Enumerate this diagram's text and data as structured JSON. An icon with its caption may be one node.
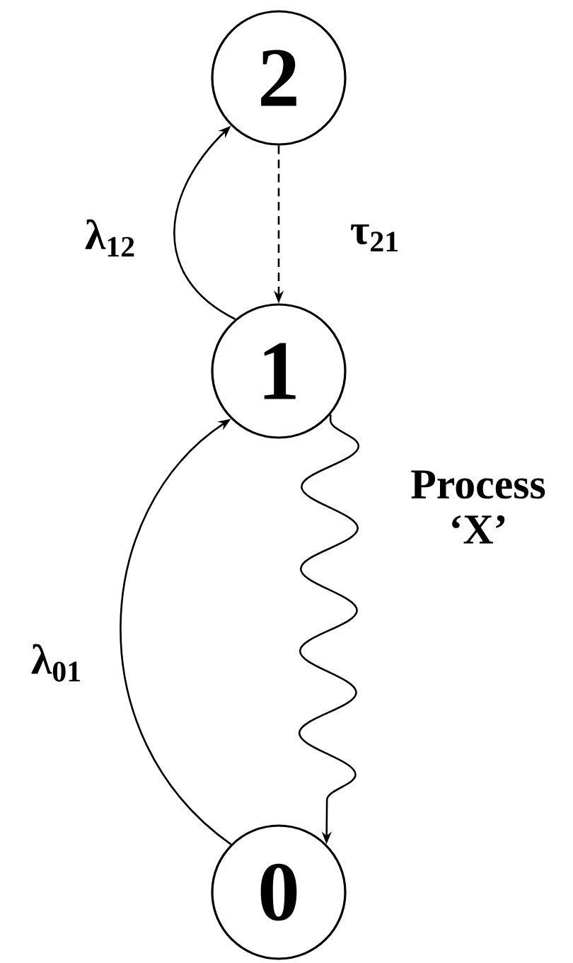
{
  "diagram": {
    "nodes": [
      {
        "text": [
          "2"
        ]
      },
      {
        "text": [
          "1"
        ]
      },
      {
        "text": [
          "0"
        ]
      }
    ],
    "edges": [
      {
        "from": 1,
        "to": 0,
        "arrow": "to",
        "label": "λ$_{12}$"
      },
      {
        "from": 0,
        "to": 1,
        "arrow": "to",
        "label": "τ$_{21}$",
        "style": "dashed"
      },
      {
        "from": 2,
        "to": 1,
        "arrow": "to",
        "label": "λ$_{01}$"
      },
      {
        "from": 1,
        "to": 2,
        "arrow": "to",
        "label": "Process ‘X’"
      }
    ]
  }
}
